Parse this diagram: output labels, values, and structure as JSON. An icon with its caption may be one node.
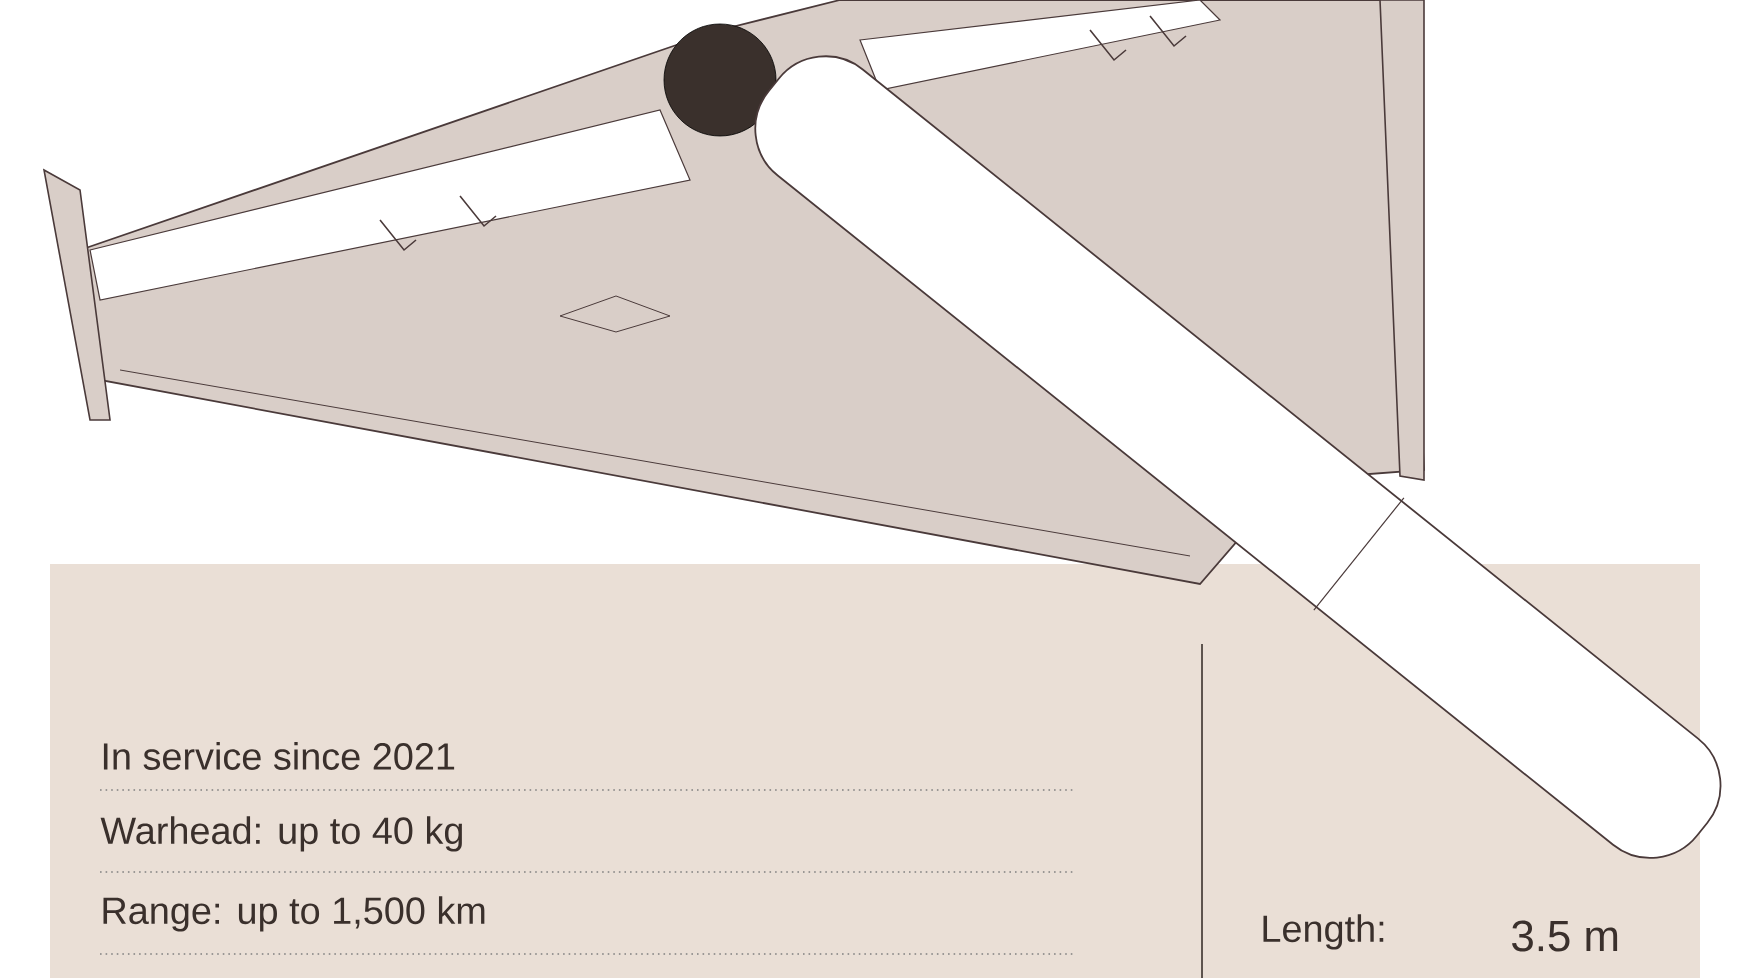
{
  "diagram": {
    "labels": [
      "In service since 2021",
      "Warhead: up to 40 kg",
      "Range: up to 1,500 km",
      "Length:",
      "3.5 m"
    ]
  }
}
